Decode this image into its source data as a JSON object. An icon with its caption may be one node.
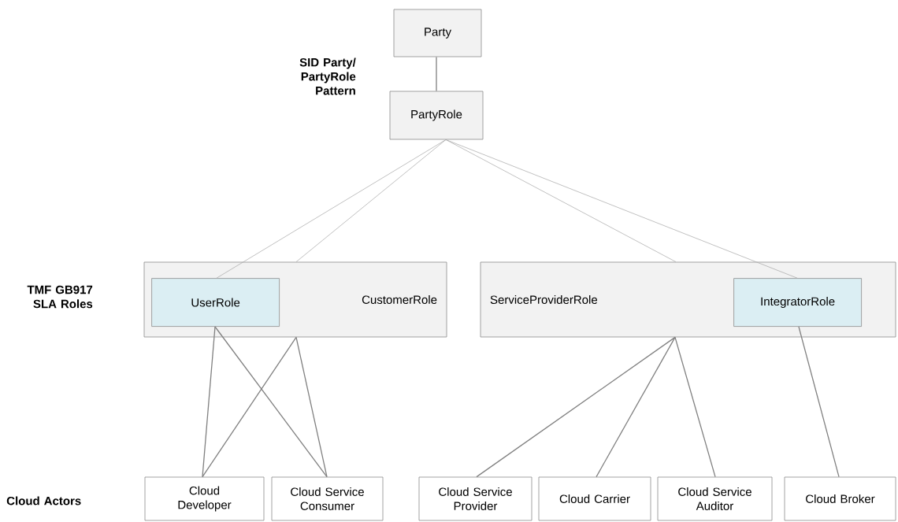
{
  "diagram": {
    "nodes": [
      {
        "text": [
          "Party"
        ]
      },
      {
        "text": [
          "PartyRole"
        ]
      },
      {
        "text": [
          "CustomerRole"
        ]
      },
      {
        "text": [
          "UserRole"
        ],
        "in": 2
      },
      {
        "text": [
          "ServiceProviderRole"
        ]
      },
      {
        "text": [
          "IntegratorRole"
        ],
        "in": 4
      },
      {
        "text": [
          "Cloud Developer"
        ]
      },
      {
        "text": [
          "Cloud Service Consumer"
        ]
      },
      {
        "text": [
          "Cloud Service Provider"
        ]
      },
      {
        "text": [
          "Cloud Carrier"
        ]
      },
      {
        "text": [
          "Cloud Service Auditor"
        ]
      },
      {
        "text": [
          "Cloud Broker"
        ]
      }
    ],
    "edges": [
      {
        "from": 0,
        "to": 1,
        "arrow": "none"
      },
      {
        "from": 1,
        "to": 3,
        "arrow": "none",
        "color": "#a6a6a6"
      },
      {
        "from": 1,
        "to": 2,
        "arrow": "none",
        "color": "#a6a6a6"
      },
      {
        "from": 1,
        "to": 4,
        "arrow": "none",
        "color": "#a6a6a6"
      },
      {
        "from": 1,
        "to": 5,
        "arrow": "none",
        "color": "#a6a6a6"
      },
      {
        "from": 3,
        "to": 6,
        "arrow": "none"
      },
      {
        "from": 3,
        "to": 7,
        "arrow": "none"
      },
      {
        "from": 2,
        "to": 6,
        "arrow": "none"
      },
      {
        "from": 2,
        "to": 7,
        "arrow": "none"
      },
      {
        "from": 4,
        "to": 8,
        "arrow": "none"
      },
      {
        "from": 4,
        "to": 9,
        "arrow": "none"
      },
      {
        "from": 4,
        "to": 10,
        "arrow": "none"
      },
      {
        "from": 5,
        "to": 11,
        "arrow": "none"
      }
    ],
    "labels": [
      "SID Party/ PartyRole Pattern",
      "TMF GB917 SLA Roles",
      "Cloud Actors"
    ]
  }
}
